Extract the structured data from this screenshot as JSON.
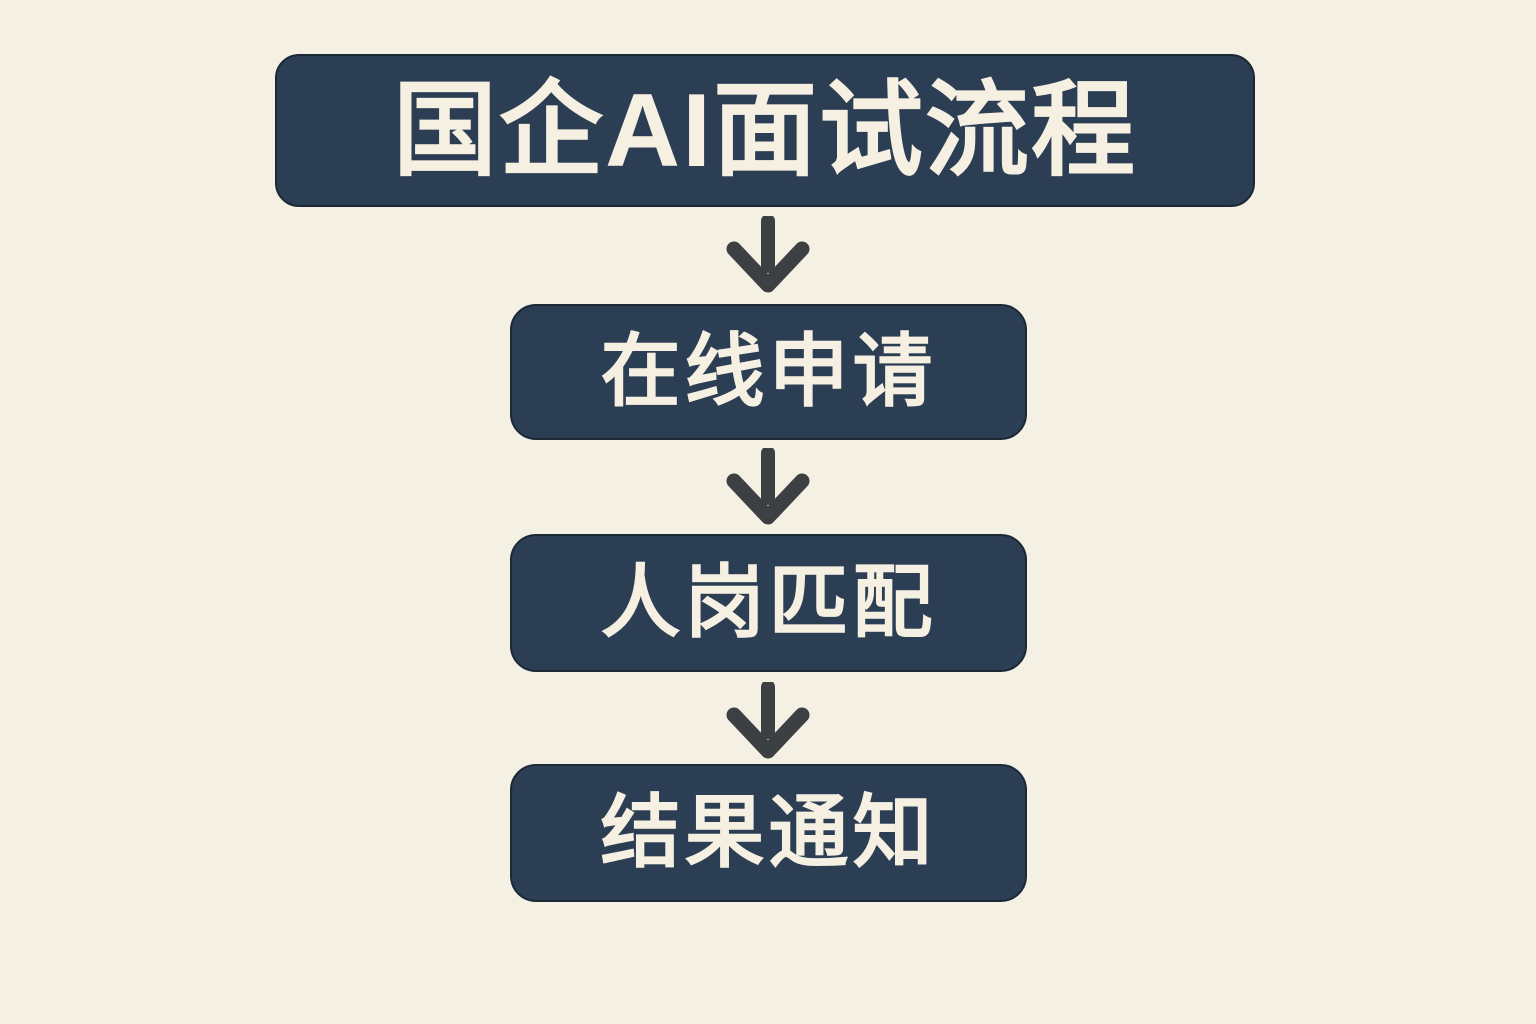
{
  "page": {
    "background_color": "#f5f0e4"
  },
  "flowchart": {
    "title_node": {
      "label": "国企AI面试流程"
    },
    "nodes": [
      {
        "label": "在线申请"
      },
      {
        "label": "人岗匹配"
      },
      {
        "label": "结果通知"
      }
    ],
    "arrows": [
      {
        "icon": "arrow-down-icon"
      },
      {
        "icon": "arrow-down-icon"
      },
      {
        "icon": "arrow-down-icon"
      }
    ],
    "colors": {
      "node_fill": "#2c3e53",
      "node_edge": "#1c2836",
      "node_text": "#f6f0e2",
      "arrow": "#3d4043",
      "background": "#f5f0e4"
    }
  }
}
